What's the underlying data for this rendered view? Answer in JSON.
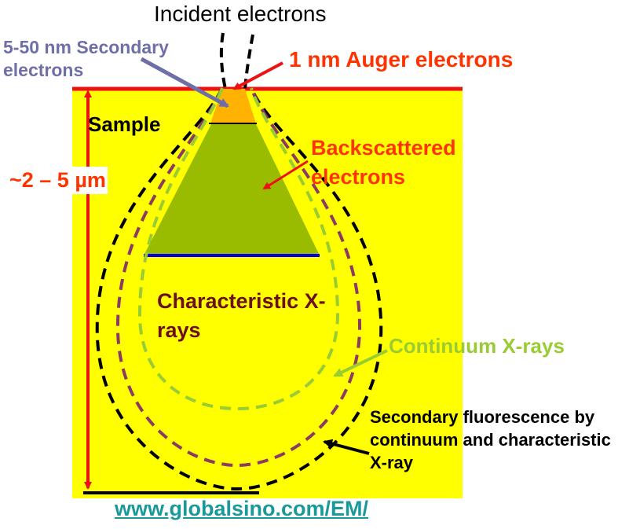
{
  "labels": {
    "incident": "Incident electrons",
    "secondary": "5-50 nm Secondary electrons",
    "auger": "1 nm Auger electrons",
    "sample": "Sample",
    "backscattered": "Backscattered electrons",
    "depth": "~2 – 5 µm",
    "characteristic": "Characteristic X-rays",
    "continuum": "Continuum X-rays",
    "fluorescence": "Secondary fluorescence by continuum and characteristic X-ray",
    "url": "www.globalsino.com/EM/"
  },
  "colors": {
    "sample": "#ffff00",
    "surface_line": "#ee1111",
    "auger_zone": "#ffb300",
    "backscatter_zone": "#99bb00",
    "backscatter_base": "#0000ee",
    "continuum_boundary": "#99cc33",
    "characteristic_boundary": "#8b3a62",
    "fluorescence_boundary": "#000000",
    "secondary_arrow": "#6f6fa8",
    "red_arrow": "#ee1111"
  }
}
